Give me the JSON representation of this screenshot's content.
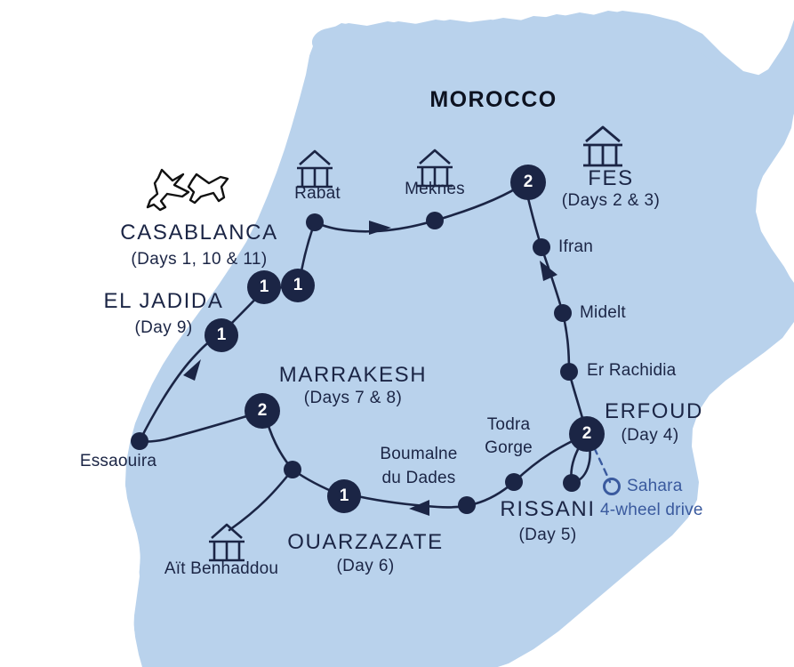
{
  "map": {
    "country_label": "MOROCCO",
    "land_color": "#b9d2ec",
    "route_color": "#1b2545",
    "marker_color": "#1b2545",
    "marker_text_color": "#ffffff",
    "label_color": "#1b2545",
    "sahara_color": "#3a5a9e",
    "background": "#ffffff"
  },
  "major_stops": [
    {
      "name": "CASABLANCA",
      "days": "(Days 1, 10 & 11)",
      "icon": "airplane-icon",
      "nights": null
    },
    {
      "name": "EL JADIDA",
      "days": "(Day 9)",
      "icon": null,
      "nights": "1"
    },
    {
      "name": "FES",
      "days": "(Days 2 & 3)",
      "icon": "monument-icon",
      "nights": "2"
    },
    {
      "name": "ERFOUD",
      "days": "(Day 4)",
      "icon": null,
      "nights": "2"
    },
    {
      "name": "RISSANI",
      "days": "(Day 5)",
      "icon": null,
      "nights": null
    },
    {
      "name": "OUARZAZATE",
      "days": "(Day 6)",
      "icon": null,
      "nights": "1"
    },
    {
      "name": "MARRAKESH",
      "days": "(Days 7 & 8)",
      "icon": null,
      "nights": "2"
    }
  ],
  "minor_stops": [
    {
      "name": "Rabat",
      "icon": "monument-icon"
    },
    {
      "name": "Meknes",
      "icon": "monument-icon"
    },
    {
      "name": "Ifran",
      "icon": null
    },
    {
      "name": "Midelt",
      "icon": null
    },
    {
      "name": "Er Rachidia",
      "icon": null
    },
    {
      "name": "Todra Gorge",
      "icon": null
    },
    {
      "name": "Boumalne du Dades",
      "icon": null
    },
    {
      "name": "Essaouira",
      "icon": null
    },
    {
      "name": "Aït Benhaddou",
      "icon": "monument-icon"
    }
  ],
  "labels": {
    "morocco": "MOROCCO",
    "casablanca": "CASABLANCA",
    "casablanca_days": "(Days 1, 10 & 11)",
    "el_jadida": "EL JADIDA",
    "el_jadida_days": "(Day 9)",
    "fes": "FES",
    "fes_days": "(Days 2 & 3)",
    "rabat": "Rabat",
    "meknes": "Meknes",
    "ifran": "Ifran",
    "midelt": "Midelt",
    "er_rachidia": "Er Rachidia",
    "erfoud": "ERFOUD",
    "erfoud_days": "(Day 4)",
    "rissani": "RISSANI",
    "rissani_days": "(Day 5)",
    "todra": "Todra",
    "gorge": "Gorge",
    "boumalne": "Boumalne",
    "du_dades": "du Dades",
    "marrakesh": "MARRAKESH",
    "marrakesh_days": "(Days 7 & 8)",
    "essaouira": "Essaouira",
    "ouarzazate": "OUARZAZATE",
    "ouarzazate_days": "(Day 6)",
    "ait_benhaddou": "Aït Benhaddou",
    "sahara": "Sahara",
    "four_wheel_drive": "4-wheel drive"
  },
  "badges": {
    "casablanca_a": "1",
    "casablanca_b": "1",
    "el_jadida": "1",
    "fes": "2",
    "erfoud": "2",
    "ouarzazate": "1",
    "marrakesh": "2"
  },
  "legend": {
    "sahara_marker": "open-circle-marker",
    "sahara_line_style": "dashed"
  }
}
